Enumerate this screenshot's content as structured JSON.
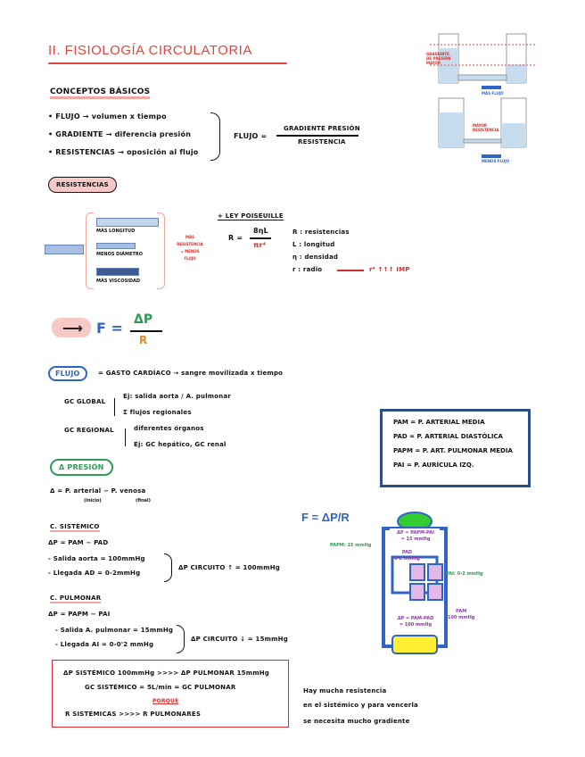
{
  "title": "II. FISIOLOGÍA CIRCULATORIA",
  "concepts": {
    "heading": "CONCEPTOS BÁSICOS",
    "items": [
      "• FLUJO → volumen x tiempo",
      "• GRADIENTE → diferencia presión",
      "• RESISTENCIAS → oposición al flujo"
    ],
    "formula_lhs": "FLUJO =",
    "formula_num": "GRADIENTE PRESIÓN",
    "formula_den": "RESISTENCIA"
  },
  "top_right_diagram": {
    "label_gradient": "GRADIENTE DE PRESIÓN MAYOR",
    "label_flow1": "MÁS FLUJO",
    "label_resistance": "MAYOR RESISTENCIA",
    "label_flow2": "MENOS FLUJO"
  },
  "resistances": {
    "heading": "RESISTENCIAS",
    "bars": [
      "MÁS LONGITUD",
      "MENOS DIÁMETRO",
      "MÁS VISCOSIDAD"
    ],
    "side_note": "MÁS RESISTENCIA = MENOS FLUJO",
    "law_title": "+ LEY POISEUILLE",
    "law_lhs": "R =",
    "law_num": "8ηL",
    "law_den": "πr⁴",
    "defs": [
      "R : resistencias",
      "L : longitud",
      "η : densidad",
      "r : radio"
    ],
    "radius_note": "r⁴ ↑↑↑ IMP"
  },
  "main_formula": {
    "f": "F =",
    "num": "ΔP",
    "den": "R"
  },
  "flujo": {
    "tag": "FLUJO",
    "definition": "= GASTO CARDÍACO → sangre movilizada x tiempo",
    "gc_global": "GC GLOBAL",
    "gc_global_items": [
      "Ej: salida aorta / A. pulmonar",
      "Σ flujos regionales"
    ],
    "gc_regional": "GC REGIONAL",
    "gc_regional_items": [
      "diferentes órganos",
      "Ej: GC hepático, GC renal"
    ]
  },
  "legend": [
    "PAM = P. ARTERIAL MEDIA",
    "PAD = P. ARTERIAL DIASTÓLICA",
    "PAPM = P. ART. PULMONAR MEDIA",
    "PAI = P. AURÍCULA IZQ."
  ],
  "delta_p": {
    "tag": "Δ PRESIÓN",
    "definition": "Δ = P. arterial − P. venosa",
    "sub1": "(inicio)",
    "sub2": "(final)"
  },
  "sistemico": {
    "heading": "C. SISTÉMICO",
    "eq": "ΔP = PAM − PAD",
    "items": [
      "- Salida aorta = 100mmHg",
      "- Llegada AD = 0-2mmHg"
    ],
    "result": "ΔP CIRCUITO ↑ = 100mmHg"
  },
  "pulmonar": {
    "heading": "C. PULMONAR",
    "eq": "ΔP = PAPM − PAI",
    "items": [
      "- Salida A. pulmonar = 15mmHg",
      "- Llegada AI = 0-0'2 mmHg"
    ],
    "result": "ΔP CIRCUITO ↓ = 15mmHg"
  },
  "circuit": {
    "formula": "F = ΔP/R",
    "papm": "PAPM: 15 mmHg",
    "top_label": "ΔP = PAPM-PAI\n= 15 mmHg",
    "pad": "PAD\n0-2 mmHg",
    "pai": "PAI: 0-2 mmHg",
    "bottom_label": "ΔP = PAM-PAD\n= 100 mmHg",
    "pam": "PAM\n100 mmHg"
  },
  "conclusion": {
    "line1": "ΔP SISTÉMICO 100mmHg >>>> ΔP PULMONAR 15mmHg",
    "line2": "GC SISTÉMICO = 5L/min = GC PULMONAR",
    "porque": "PORQUE",
    "line3": "R SISTÉMICAS >>>> R PULMONARES"
  },
  "side_note": [
    "Hay mucha resistencia",
    "en el sistémico y para vencerla",
    "se necesita mucho gradiente"
  ]
}
